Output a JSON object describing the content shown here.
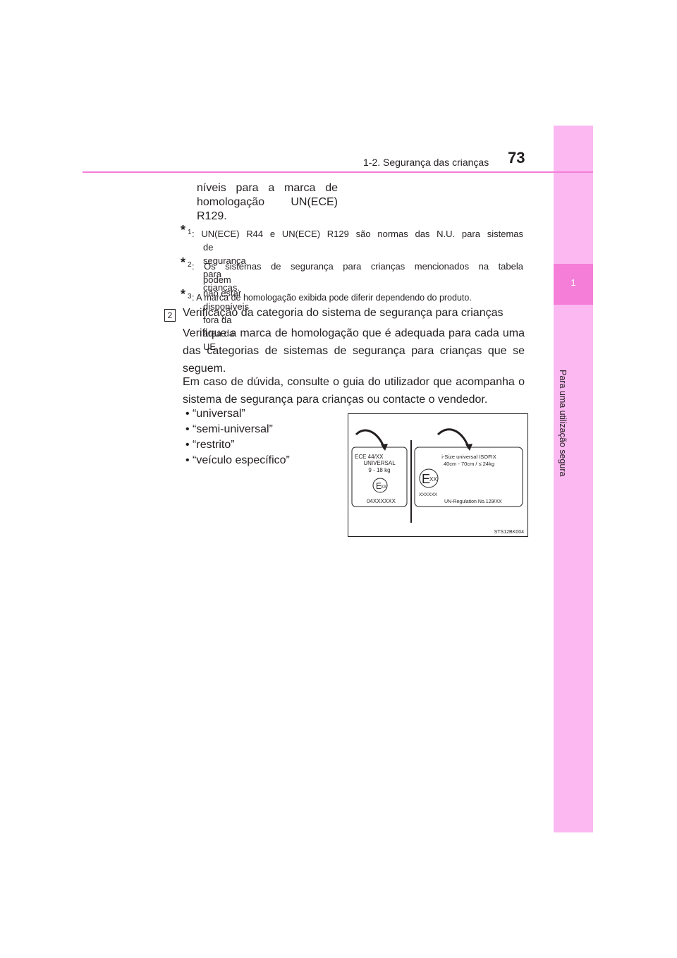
{
  "header": {
    "page_number": "73",
    "section_title": "1-2. Segurança das crianças"
  },
  "sidebar": {
    "chapter_number": "1",
    "chapter_title": "Para uma utilização segura"
  },
  "continued_text": {
    "line1": [
      "níveis",
      "para",
      "a",
      "marca",
      "de"
    ],
    "line2": [
      "homologação",
      "UN(ECE)"
    ],
    "line3": "R129."
  },
  "footnotes": [
    {
      "mark": "*",
      "num": "1",
      "text": ": UN(ECE) R44 e UN(ECE) R129 são normas das N.U. para sistemas",
      "text2": "de segurança para crianças."
    },
    {
      "mark": "*",
      "num": "2",
      "text": ": Os sistemas de segurança para crianças mencionados na tabela",
      "text2": "podem não estar disponíveis fora da área da UE."
    },
    {
      "mark": "*",
      "num": "3",
      "text": ": A marca de homologação exibida pode diferir dependendo do produto.",
      "text2": ""
    }
  ],
  "section": {
    "number": "2",
    "heading": "Verificação da categoria do sistema de segurança para crianças",
    "para1": "Verifique a marca de homologação que é adequada para cada uma das categorias de sistemas de segurança para crianças que se seguem.",
    "para2": "Em caso de dúvida, consulte o guia do utilizador que acompanha o sistema de segurança para crianças ou contacte o vendedor.",
    "bullets": [
      "• “universal”",
      "• “semi-universal”",
      "• “restrito”",
      "• “veículo específico”"
    ]
  },
  "figure": {
    "left_label": {
      "line1": "ECE   44/XX",
      "line2": "UNIVERSAL",
      "line3": "9 - 18 kg",
      "mark": "E",
      "mark_sub": "XX",
      "code": "04XXXXXX"
    },
    "right_label": {
      "line1": "i-Size universal ISOFIX",
      "line2": "40cm - 70cm / ≤ 24kg",
      "mark": "E",
      "mark_sub": "XX",
      "code": "XXXXXX",
      "regulation": "UN-Regulation No.129/XX"
    },
    "figure_code": "STS12BK004"
  }
}
